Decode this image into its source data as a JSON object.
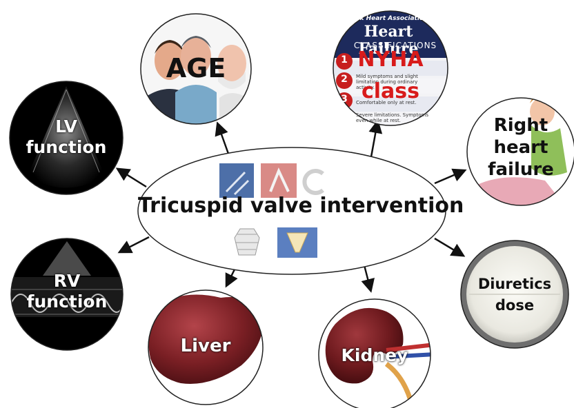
{
  "center": {
    "title": "Tricuspid valve intervention"
  },
  "nodes": {
    "age": "AGE",
    "nyha_line1": "NYHA",
    "nyha_line2": "class",
    "nyha_poster_header": "York Heart Association",
    "nyha_poster_title": "Heart Failure",
    "nyha_poster_subtitle": "CLASSIFICATIONS",
    "nyha_poster_nums": [
      "1",
      "2",
      "3"
    ],
    "nyha_poster_rows": [
      "Mild symptoms and slight limitation during ordinary activity.",
      "Comfortable only at rest.",
      "Severe limitations. Symptoms even while at rest."
    ],
    "lv_line1": "LV",
    "lv_line2": "function",
    "rv_line1": "RV",
    "rv_line2": "function",
    "rhf_line1": "Right",
    "rhf_line2": "heart",
    "rhf_line3": "failure",
    "diuretics_line1": "Diuretics",
    "diuretics_line2": "dose",
    "liver": "Liver",
    "kidney": "Kidney"
  },
  "colors": {
    "arrow": "#111111",
    "ellipse_stroke": "#222222",
    "liver": "#7a1f24",
    "kidney": "#6e1a1e",
    "nyha_red": "#d81b1b",
    "nyha_navy": "#1d2a5c"
  }
}
